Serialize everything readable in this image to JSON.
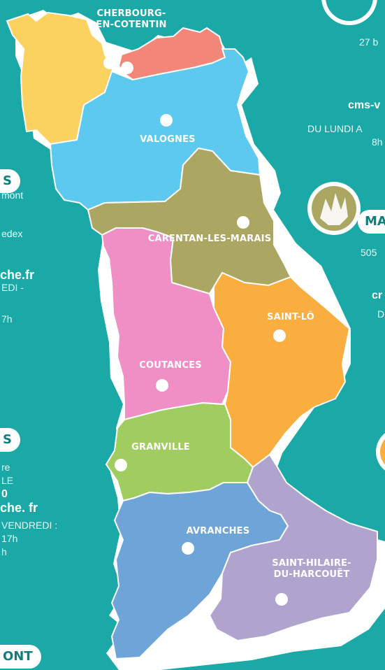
{
  "map": {
    "colors": {
      "background": "#1aa9a6",
      "cherbourg_west": "#fbd260",
      "cherbourg_east": "#f28779",
      "valognes": "#5ec9ee",
      "carentan": "#aba763",
      "coutances": "#f08fc6",
      "saint_lo": "#fbae40",
      "granville": "#a1cd60",
      "avranches": "#6fa4d8",
      "saint_hilaire": "#b0a4cf",
      "shadow": "#ffffff"
    },
    "regions": [
      {
        "key": "cherbourg",
        "label_line1": "CHERBOURG-",
        "label_line2": "EN-COTENTIN"
      },
      {
        "key": "valognes",
        "label": "VALOGNES"
      },
      {
        "key": "carentan",
        "label": "CARENTAN-LES-MARAIS"
      },
      {
        "key": "saint_lo",
        "label": "SAINT-LÔ"
      },
      {
        "key": "coutances",
        "label": "COUTANCES"
      },
      {
        "key": "granville",
        "label": "GRANVILLE"
      },
      {
        "key": "avranches",
        "label": "AVRANCHES"
      },
      {
        "key": "saint_hilaire",
        "label_line1": "SAINT-HILAIRE-",
        "label_line2": "DU-HARCOUËT"
      }
    ]
  },
  "left_edge": {
    "badge_1": "S",
    "line_1": "mont",
    "line_2": "edex",
    "email_1": "che.fr",
    "hours_1": "EDI -",
    "hours_2": "7h",
    "badge_2": "S",
    "line_3": "re",
    "line_4": "LE",
    "line_5": "0",
    "email_2": "che. fr",
    "hours_3": "VENDREDI :",
    "hours_4": "17h",
    "hours_5": "h",
    "badge_3": "ONT"
  },
  "right_edge": {
    "address_1": "27 b",
    "email_1": "cms-v",
    "hours_1": "DU LUNDI A",
    "hours_2": "8h",
    "badge_ma": "MA",
    "address_2": "505",
    "email_2": "cr",
    "hours_3": "D"
  }
}
